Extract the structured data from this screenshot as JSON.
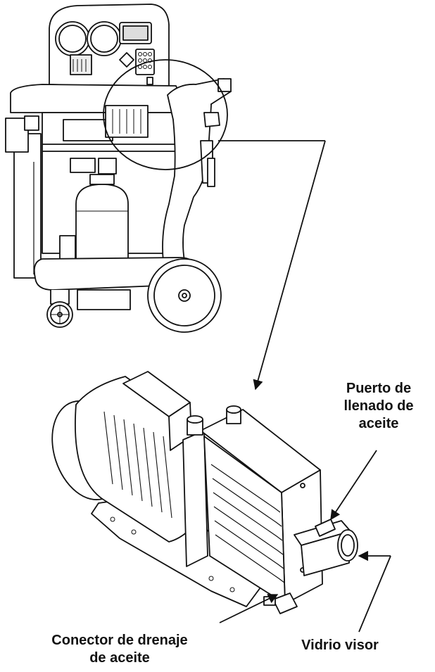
{
  "labels": {
    "oil_fill_port": [
      "Puerto de",
      "llenado de",
      "aceite"
    ],
    "oil_drain_connector": [
      "Conector de drenaje",
      "de aceite"
    ],
    "sight_glass": "Vidrio visor"
  }
}
